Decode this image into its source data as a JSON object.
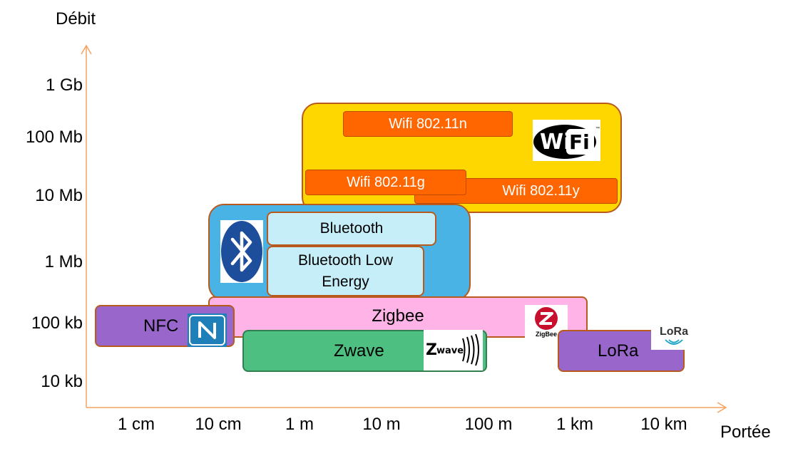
{
  "axes": {
    "y_title": "Débit",
    "x_title": "Portée",
    "y_ticks": [
      "1 Gb",
      "100 Mb",
      "10 Mb",
      "1 Mb",
      "100 kb",
      "10 kb"
    ],
    "x_ticks": [
      "1 cm",
      "10 cm",
      "1 m",
      "10 m",
      "100 m",
      "1 km",
      "10 km"
    ],
    "axis_color": "#f4a460"
  },
  "groups": {
    "wifi": {
      "color": "#ffd700"
    },
    "bluetooth": {
      "color": "#4ab3e6"
    }
  },
  "technologies": {
    "wifi_n": {
      "label": "Wifi 802.11n",
      "color": "#ff6600"
    },
    "wifi_g": {
      "label": "Wifi 802.11g",
      "color": "#ff6600"
    },
    "wifi_y": {
      "label": "Wifi 802.11y",
      "color": "#ff6600"
    },
    "bluetooth": {
      "label": "Bluetooth",
      "color": "#c5eef8"
    },
    "ble": {
      "label": "Bluetooth Low Energy",
      "color": "#c5eef8"
    },
    "zigbee": {
      "label": "Zigbee",
      "color": "#ffb3e6"
    },
    "nfc": {
      "label": "NFC",
      "color": "#9966cc"
    },
    "zwave": {
      "label": "Zwave",
      "color": "#4dbf80"
    },
    "lora": {
      "label": "LoRa",
      "color": "#9966cc"
    }
  },
  "logos": {
    "wifi": {
      "icon": "wifi-logo",
      "text_a": "Wi",
      "text_b": "Fi"
    },
    "bluetooth": {
      "icon": "bluetooth-logo"
    },
    "nfc": {
      "icon": "nfc-logo"
    },
    "zigbee": {
      "icon": "zigbee-logo",
      "text": "ZigBee"
    },
    "zwave": {
      "icon": "zwave-logo",
      "text": "wave"
    },
    "lora": {
      "icon": "lora-logo",
      "text": "LoRa"
    }
  }
}
